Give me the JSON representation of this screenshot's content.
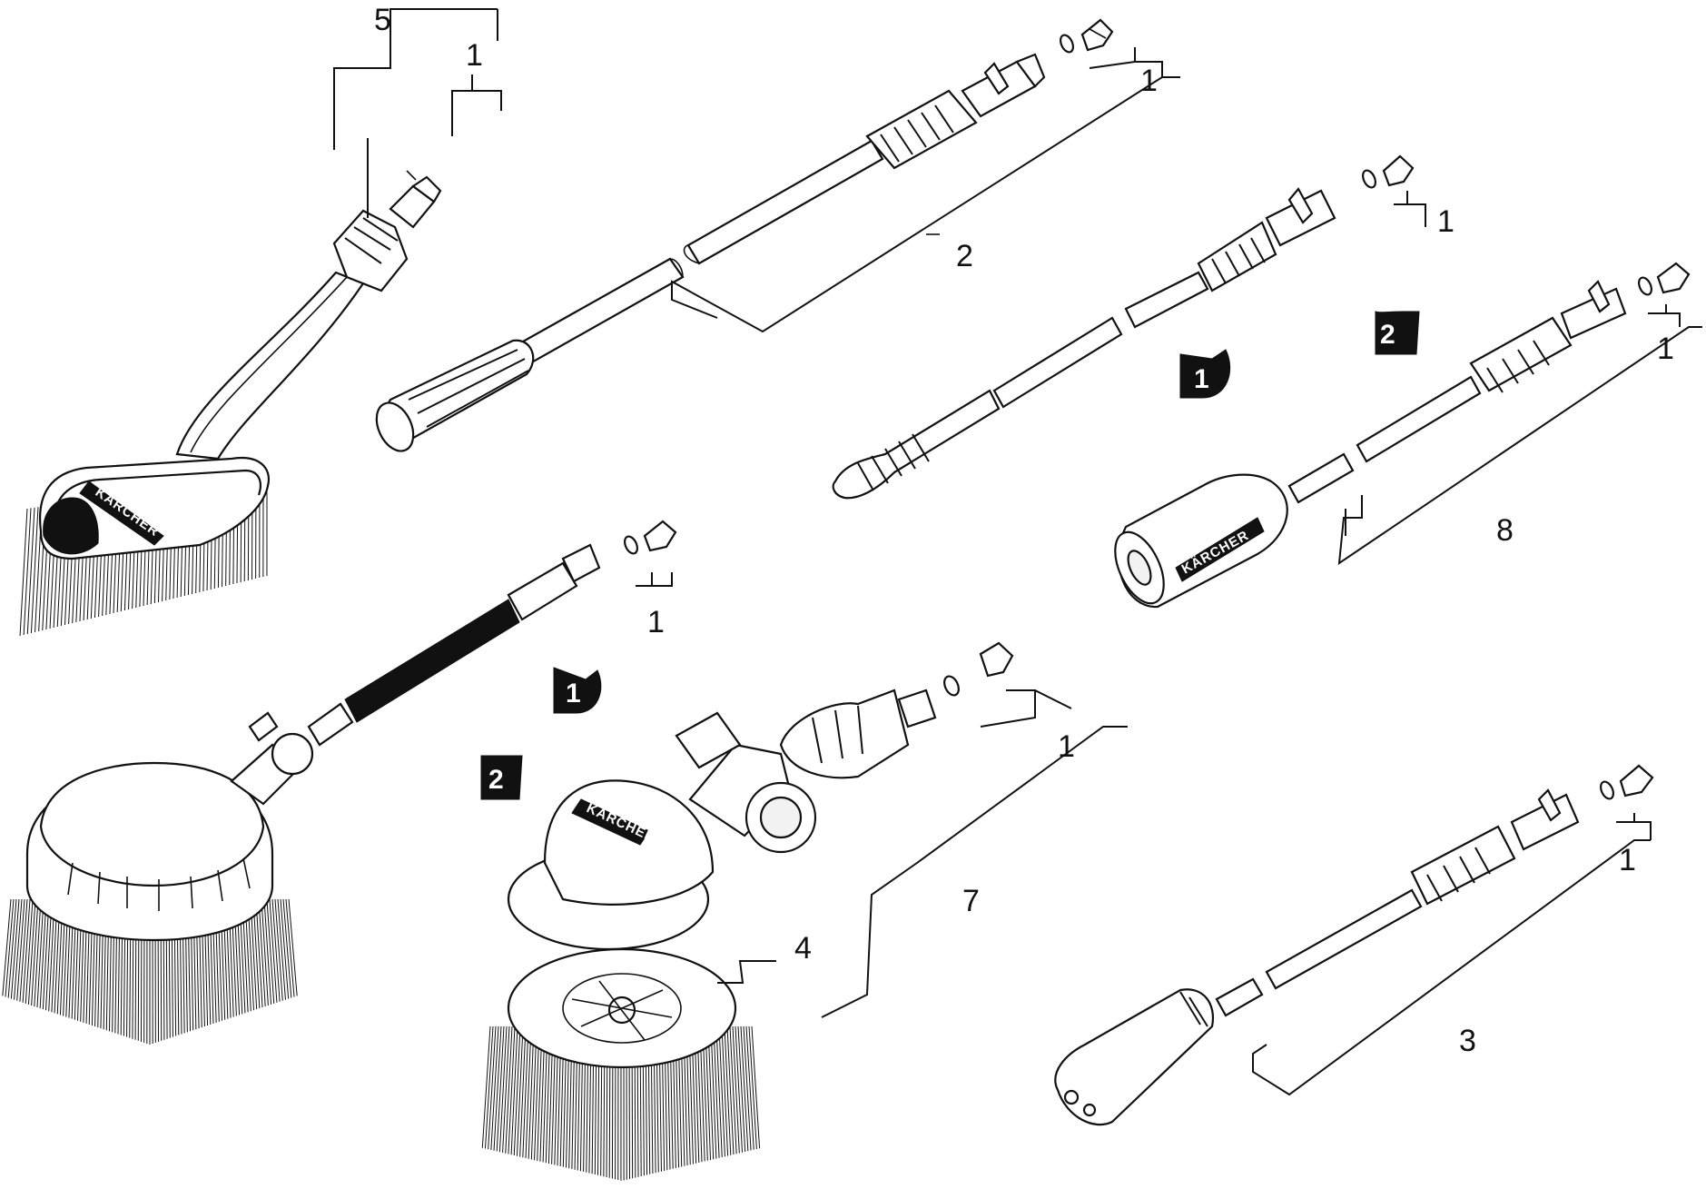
{
  "diagram": {
    "callouts": {
      "c5": "5",
      "c1a": "1",
      "c1b": "1",
      "c2": "2",
      "c1c": "1",
      "c1d": "1",
      "c8": "8",
      "c1e": "1",
      "c1f": "1",
      "c7": "7",
      "c4": "4",
      "c1g": "1",
      "c3": "3"
    },
    "step_badges": {
      "b1_top": "1",
      "b2_top": "2",
      "b1_mid": "1",
      "b2_mid": "2"
    },
    "brand_marks": {
      "wash_brush": "KÄRCHER",
      "foam_handle": "KÄRCHER",
      "rotary_head": "KÄRCHER"
    }
  }
}
